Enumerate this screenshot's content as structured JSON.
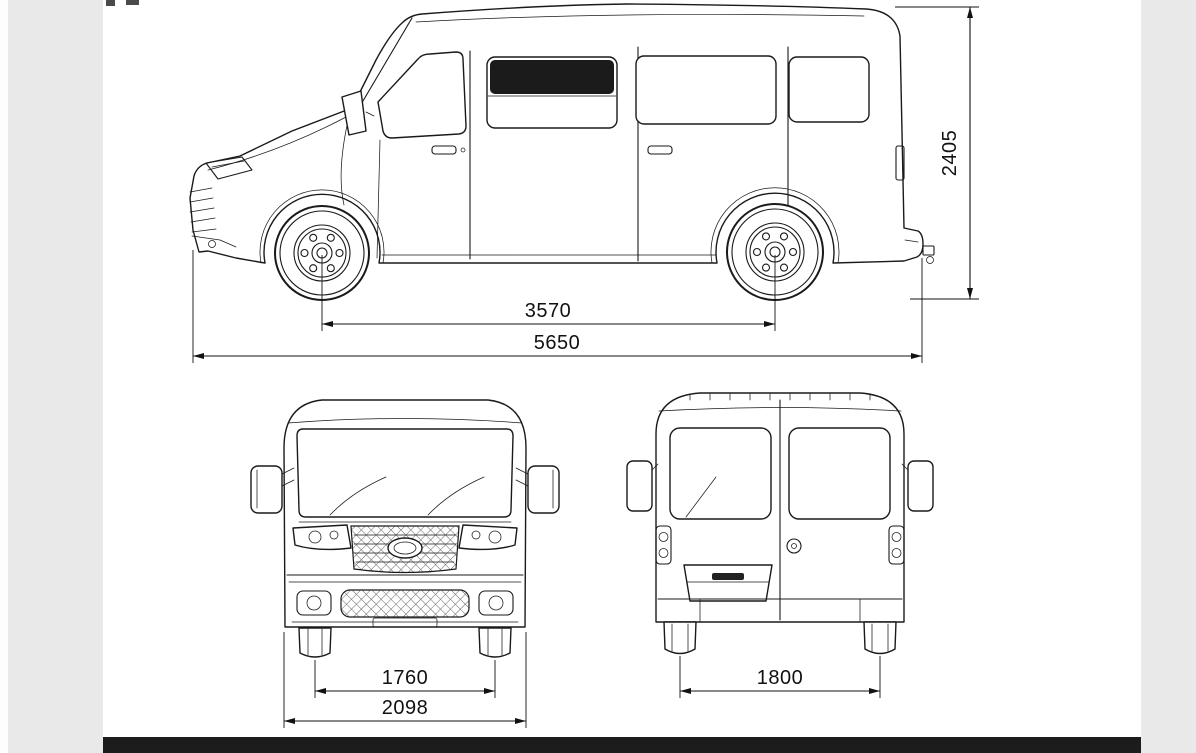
{
  "drawing": {
    "side_view": {
      "wheelbase_mm": "3570",
      "overall_length_mm": "5650",
      "overall_height_mm": "2405"
    },
    "front_view": {
      "track_mm": "1760",
      "overall_width_mm": "2098"
    },
    "rear_view": {
      "track_mm": "1800"
    }
  },
  "colors": {
    "page_bg": "#e9e9e9",
    "canvas": "#ffffff",
    "line": "#1a1a1a",
    "bottom_bar": "#1c1c1c"
  }
}
